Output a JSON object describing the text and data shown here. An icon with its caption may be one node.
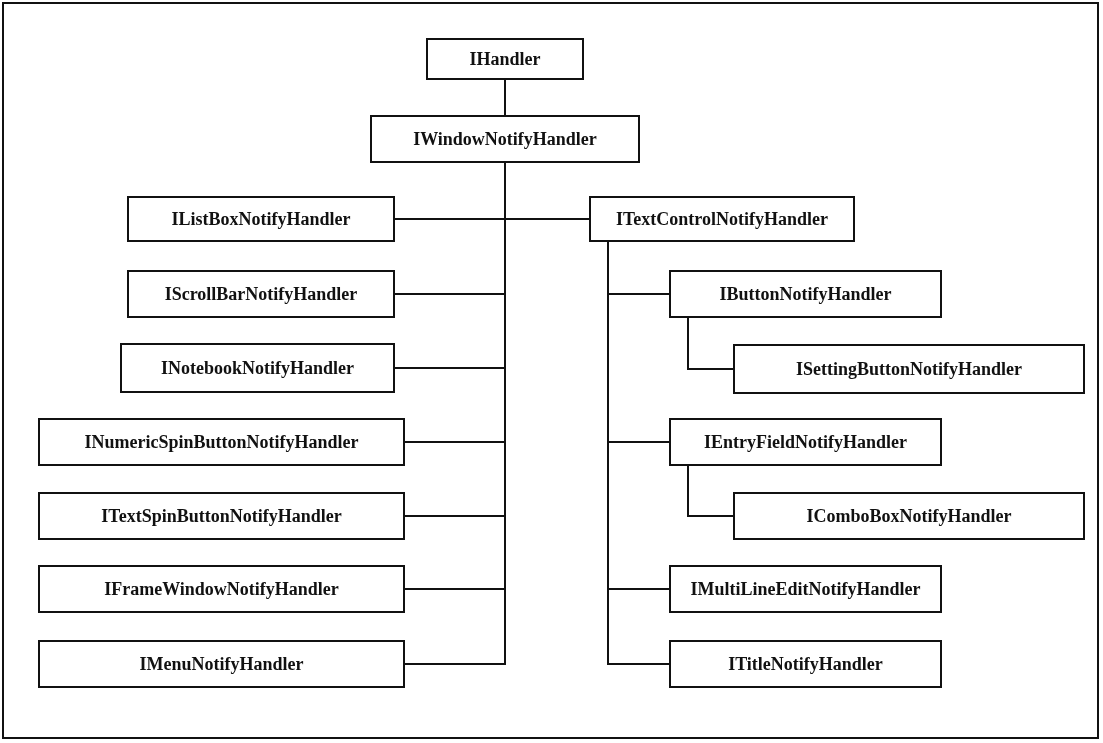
{
  "diagram": {
    "nodes": [
      {
        "text": [
          "IHandler"
        ]
      },
      {
        "text": [
          "IWindowNotifyHandler"
        ]
      },
      {
        "text": [
          "IListBoxNotifyHandler"
        ]
      },
      {
        "text": [
          "ITextControlNotifyHandler"
        ]
      },
      {
        "text": [
          "IScrollBarNotifyHandler"
        ]
      },
      {
        "text": [
          "INotebookNotifyHandler"
        ]
      },
      {
        "text": [
          "INumericSpinButtonNotifyHandler"
        ]
      },
      {
        "text": [
          "ITextSpinButtonNotifyHandler"
        ]
      },
      {
        "text": [
          "IFrameWindowNotifyHandler"
        ]
      },
      {
        "text": [
          "IMenuNotifyHandler"
        ]
      },
      {
        "text": [
          "IButtonNotifyHandler"
        ]
      },
      {
        "text": [
          "ISettingButtonNotifyHandler"
        ]
      },
      {
        "text": [
          "IEntryFieldNotifyHandler"
        ]
      },
      {
        "text": [
          "IComboBoxNotifyHandler"
        ]
      },
      {
        "text": [
          "IMultiLineEditNotifyHandler"
        ]
      },
      {
        "text": [
          "ITitleNotifyHandler"
        ]
      }
    ],
    "edges": [
      {
        "from": 0,
        "to": 1,
        "arrow": "none"
      },
      {
        "from": 1,
        "to": 2,
        "arrow": "none"
      },
      {
        "from": 1,
        "to": 3,
        "arrow": "none"
      },
      {
        "from": 1,
        "to": 4,
        "arrow": "none"
      },
      {
        "from": 1,
        "to": 5,
        "arrow": "none"
      },
      {
        "from": 1,
        "to": 6,
        "arrow": "none"
      },
      {
        "from": 1,
        "to": 7,
        "arrow": "none"
      },
      {
        "from": 1,
        "to": 8,
        "arrow": "none"
      },
      {
        "from": 1,
        "to": 9,
        "arrow": "none"
      },
      {
        "from": 3,
        "to": 10,
        "arrow": "none"
      },
      {
        "from": 10,
        "to": 11,
        "arrow": "none"
      },
      {
        "from": 3,
        "to": 12,
        "arrow": "none"
      },
      {
        "from": 12,
        "to": 13,
        "arrow": "none"
      },
      {
        "from": 3,
        "to": 14,
        "arrow": "none"
      },
      {
        "from": 3,
        "to": 15,
        "arrow": "none"
      }
    ]
  }
}
